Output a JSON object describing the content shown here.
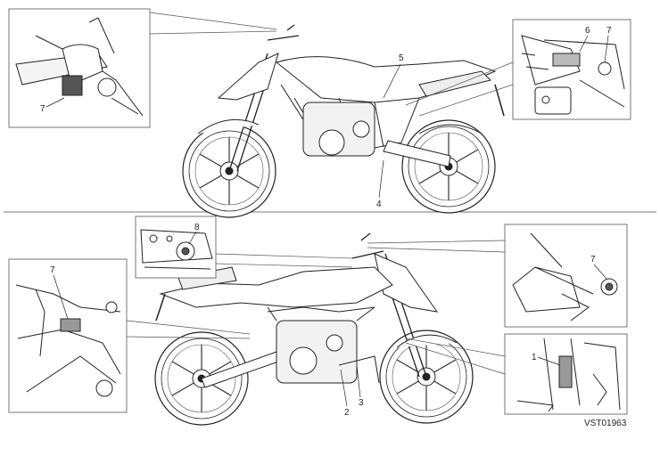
{
  "callouts": {
    "c1": "1",
    "c2": "2",
    "c3": "3",
    "c4": "4",
    "c5": "5",
    "c6": "6",
    "c7a": "7",
    "c7b": "7",
    "c7c": "7",
    "c8": "8"
  },
  "reference_code": "VST01963"
}
